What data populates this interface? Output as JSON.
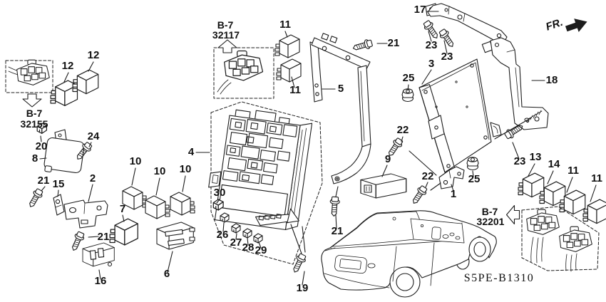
{
  "diagram": {
    "code": "S5PE-B1310",
    "fr_label": "FR.",
    "refs": [
      {
        "line1": "B-7",
        "line2": "32155"
      },
      {
        "line1": "B-7",
        "line2": "32117"
      },
      {
        "line1": "B-7",
        "line2": "32201"
      }
    ],
    "callouts": [
      "12",
      "12",
      "20",
      "24",
      "8",
      "21",
      "15",
      "2",
      "21",
      "16",
      "7",
      "10",
      "10",
      "10",
      "6",
      "4",
      "30",
      "26",
      "27",
      "28",
      "29",
      "11",
      "11",
      "5",
      "21",
      "17",
      "23",
      "23",
      "3",
      "25",
      "18",
      "22",
      "22",
      "25",
      "1",
      "23",
      "13",
      "14",
      "11",
      "11",
      "9",
      "21",
      "19"
    ]
  }
}
